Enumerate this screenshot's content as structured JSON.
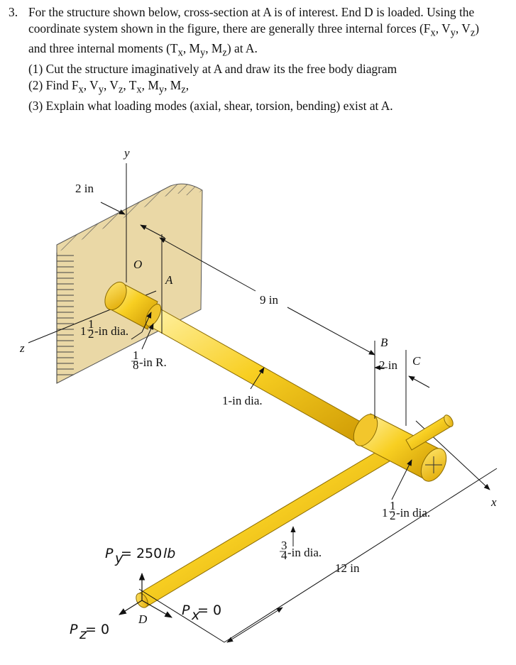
{
  "problem": {
    "number": "3.",
    "line1": "For the structure shown below, cross-section at A is of interest. End D is loaded. Using the",
    "line2": "coordinate system shown in the figure, there are generally three internal forces (F",
    "line2_s1": "x",
    "line2_c1": ", V",
    "line2_s2": "y",
    "line2_c2": ", V",
    "line2_s3": "z",
    "line2_c3": ")",
    "line3": "and three internal moments (T",
    "line3_s1": "x",
    "line3_c1": ", M",
    "line3_s2": "y",
    "line3_c2": ", M",
    "line3_s3": "z",
    "line3_c3": ") at A.",
    "item1": "(1) Cut the structure imaginatively at A and draw its the free body diagram",
    "item2_a": "(2) Find F",
    "item2_s1": "x",
    "item2_b": ", V",
    "item2_s2": "y",
    "item2_c": ", V",
    "item2_s3": "z",
    "item2_d": ", T",
    "item2_s4": "x",
    "item2_e": ", M",
    "item2_s5": "y",
    "item2_f": ", M",
    "item2_s6": "z",
    "item2_g": ",",
    "item3": "(3) Explain what loading modes (axial, shear, torsion, bending) exist at A."
  },
  "figure": {
    "axis_y": "y",
    "axis_z": "z",
    "axis_x": "x",
    "origin": "O",
    "point_a": "A",
    "point_b": "B",
    "point_c": "C",
    "point_d": "D",
    "dim_2in_top": "2 in",
    "dim_9in": "9 in",
    "dim_2in_bc": "2 in",
    "dim_12in": "12 in",
    "dia_1_5_left_whole": "1",
    "dia_1_5_left_rest": "-in dia.",
    "radius_1_8_rest": "-in R.",
    "dia_1in": "1-in dia.",
    "dia_3_4_rest": "-in dia.",
    "dia_1_5_right_whole": "1",
    "dia_1_5_right_rest": "-in dia.",
    "frac_half_num": "1",
    "frac_half_den": "2",
    "frac_eighth_num": "1",
    "frac_eighth_den": "8",
    "frac_34_num": "3",
    "frac_34_den": "4",
    "py_sym": "P",
    "py_sub": "y",
    "py_val": " = 250 ",
    "py_unit": "lb",
    "pz_sym": "P",
    "pz_sub": "z",
    "pz_val": " = 0",
    "px_sym": "P",
    "px_sub": "x",
    "px_val": " = 0"
  },
  "colors": {
    "rod_light": "#ffe680",
    "rod_mid": "#f5c400",
    "rod_dark": "#c89200",
    "wall": "#e9d6a3"
  }
}
